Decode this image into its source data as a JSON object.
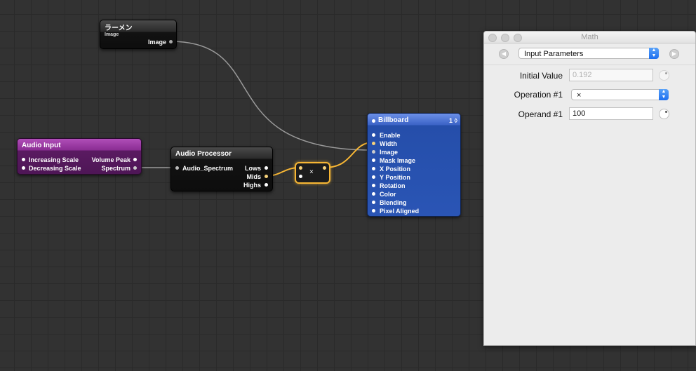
{
  "nodes": {
    "ramen": {
      "title": "ラーメン",
      "subtitle": "Image",
      "outputs": [
        "Image"
      ]
    },
    "audio_input": {
      "title": "Audio Input",
      "inputs": [
        "Increasing Scale",
        "Decreasing Scale"
      ],
      "outputs": [
        "Volume Peak",
        "Spectrum"
      ]
    },
    "audio_processor": {
      "title": "Audio Processor",
      "inputs": [
        "Audio_Spectrum"
      ],
      "outputs": [
        "Lows",
        "Mids",
        "Highs"
      ]
    },
    "math": {
      "symbol": "×"
    },
    "billboard": {
      "title": "Billboard",
      "layer": "1 ◊",
      "inputs": [
        "Enable",
        "Width",
        "Image",
        "Mask Image",
        "X Position",
        "Y Position",
        "Rotation",
        "Color",
        "Blending",
        "Pixel Aligned"
      ]
    }
  },
  "inspector": {
    "title": "Math",
    "nav_prev": "◀",
    "nav_next": "▶",
    "section_popup": "Input Parameters",
    "params": [
      {
        "label": "Initial Value",
        "value": "0.192",
        "disabled": true
      },
      {
        "label": "Operation #1",
        "value": "×",
        "type": "popup"
      },
      {
        "label": "Operand #1",
        "value": "100"
      }
    ]
  },
  "colors": {
    "canvas": "#323232",
    "selection": "#f7b634",
    "wire": "#b0b0b0",
    "node_purple": "#8a2d93",
    "node_blue": "#2a55b5",
    "popup_accent": "#1d6ff0"
  }
}
